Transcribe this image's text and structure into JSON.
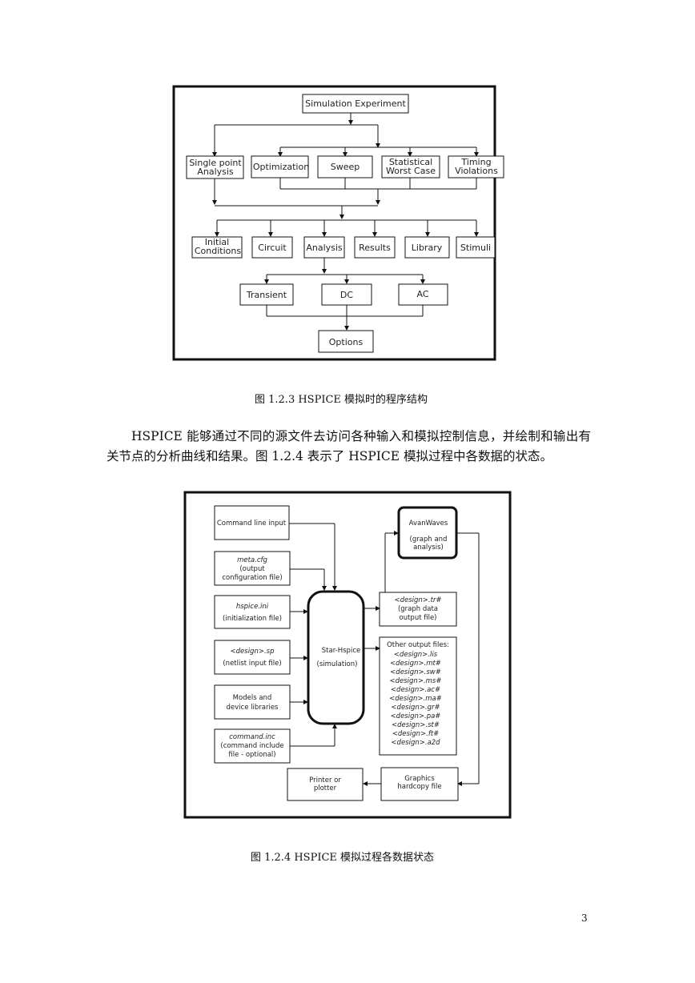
{
  "figure1": {
    "boxes": {
      "sim_exp": [
        "Simulation Experiment"
      ],
      "single": [
        "Single point",
        "Analysis"
      ],
      "optimization": [
        "Optimization"
      ],
      "sweep": [
        "Sweep"
      ],
      "statistical": [
        "Statistical",
        "Worst Case"
      ],
      "timing": [
        "Timing",
        "Violations"
      ],
      "initial": [
        "Initial",
        "Conditions"
      ],
      "circuit": [
        "Circuit"
      ],
      "analysis": [
        "Analysis"
      ],
      "results": [
        "Results"
      ],
      "library": [
        "Library"
      ],
      "stimuli": [
        "Stimuli"
      ],
      "transient": [
        "Transient"
      ],
      "dc": [
        "DC"
      ],
      "ac": [
        "AC"
      ],
      "options": [
        "Options"
      ]
    },
    "caption": "图 1.2.3 HSPICE 模拟时的程序结构"
  },
  "paragraph": "HSPICE 能够通过不同的源文件去访问各种输入和模拟控制信息，并绘制和输出有关节点的分析曲线和结果。图 1.2.4 表示了 HSPICE 模拟过程中各数据的状态。",
  "figure2": {
    "boxes": {
      "cmdline": [
        "Command line input"
      ],
      "metacfg": [
        "meta.cfg",
        "(output",
        "configuration file)"
      ],
      "hspiceini": [
        "hspice.ini",
        "(initialization file)"
      ],
      "designsp": [
        "<design>.sp",
        "(netlist input file)"
      ],
      "models": [
        "Models and",
        "device libraries"
      ],
      "cmdinc": [
        "command.inc",
        "(command include",
        "file - optional)"
      ],
      "starhspice": [
        "Star-Hspice",
        "(simulation)"
      ],
      "avanwaves": [
        "AvanWaves",
        "(graph and",
        "analysis)"
      ],
      "designtr": [
        "<design>.tr#",
        "(graph data",
        "output file)"
      ],
      "otherout": [
        "Other output files:",
        "<design>.lis",
        "<design>.mt#",
        "<design>.sw#",
        "<design>.ms#",
        "<design>.ac#",
        "<design>.ma#",
        "<design>.gr#",
        "<design>.pa#",
        "<design>.st#",
        "<design>.ft#",
        "<design>.a2d"
      ],
      "graphics": [
        "Graphics",
        "hardcopy file"
      ],
      "printer": [
        "Printer or",
        "plotter"
      ]
    },
    "caption": "图 1.2.4 HSPICE 模拟过程各数据状态"
  },
  "page_number": "3"
}
